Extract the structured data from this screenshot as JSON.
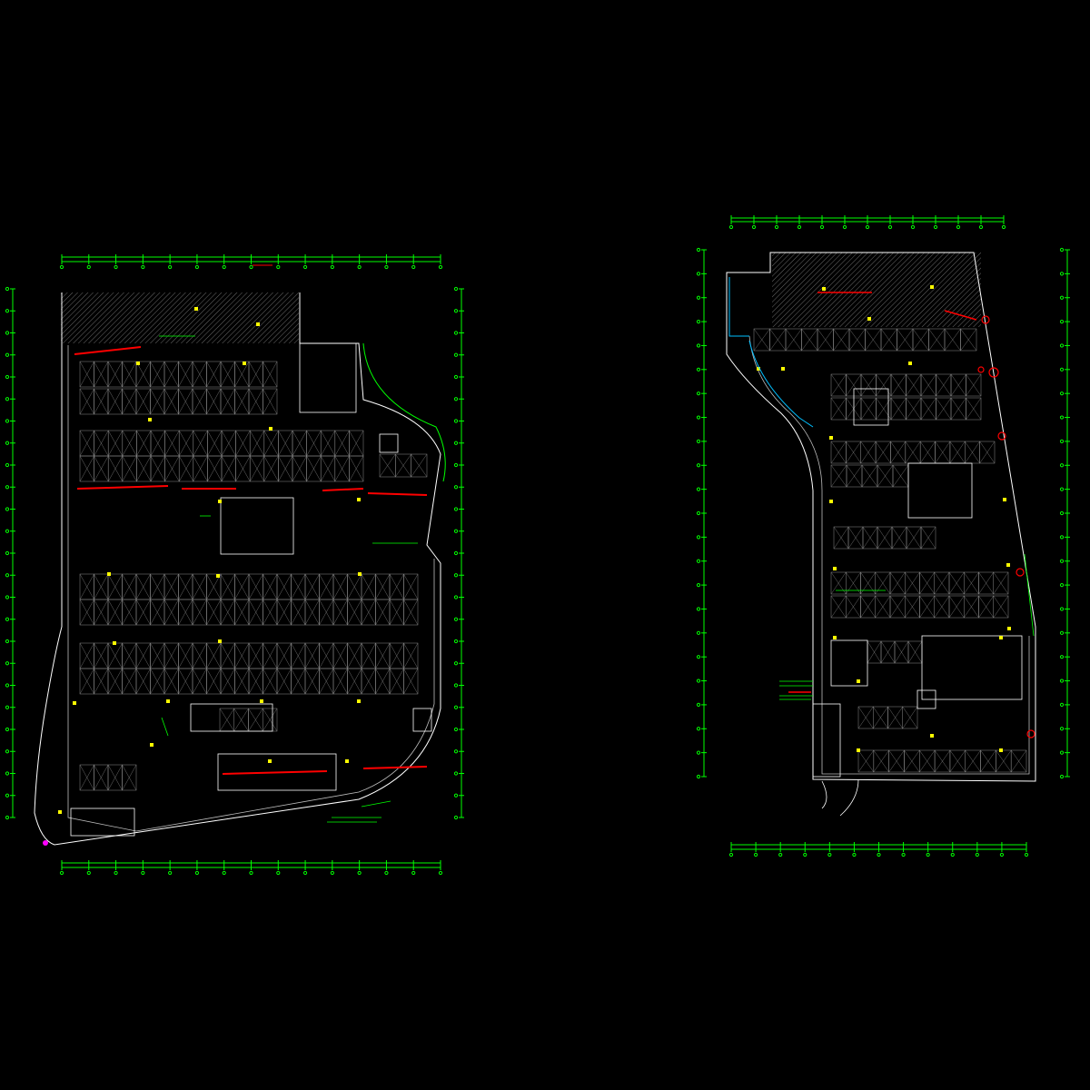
{
  "drawing": {
    "background": "#000000",
    "colors": {
      "dimension": "#00ff00",
      "wall": "#ffffff",
      "grid": "#8c8c8c",
      "fire_line": "#ff0000",
      "equipment": "#ffff00",
      "pipe": "#00bfff",
      "marker": "#ff00ff",
      "hatch": "#5a5a5a"
    },
    "plans": [
      {
        "id": "plan-left",
        "name": "basement-plan-left"
      },
      {
        "id": "plan-right",
        "name": "basement-plan-right"
      }
    ]
  }
}
